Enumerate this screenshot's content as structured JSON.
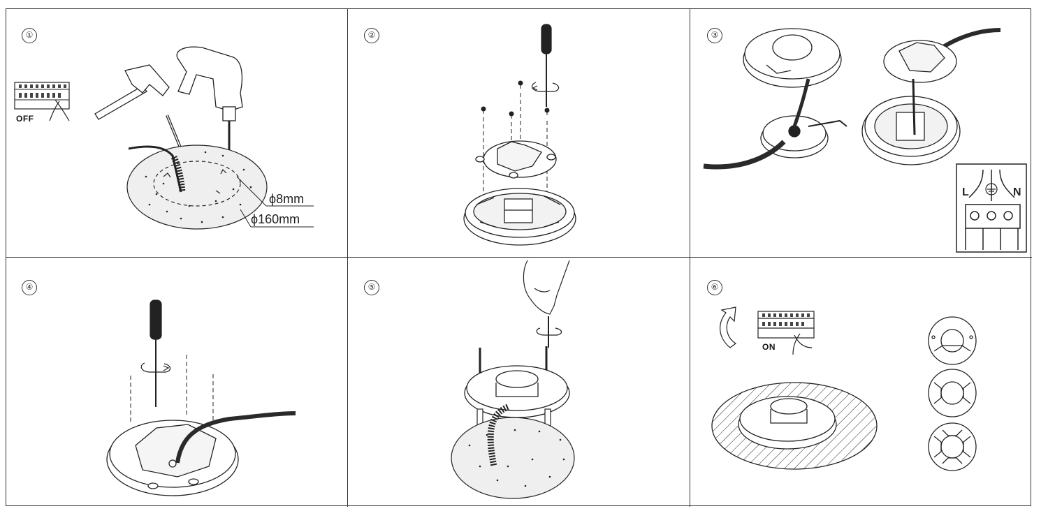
{
  "steps": [
    {
      "marker": "①",
      "switch_label": "OFF",
      "dims": [
        "ϕ8mm",
        "ϕ160mm"
      ]
    },
    {
      "marker": "②"
    },
    {
      "marker": "③",
      "terminals": {
        "l": "L",
        "n": "N"
      }
    },
    {
      "marker": "④"
    },
    {
      "marker": "⑤"
    },
    {
      "marker": "⑥",
      "switch_label": "ON"
    }
  ],
  "colors": {
    "line": "#222222",
    "cable": "#2a2a2a",
    "ground": "#e8e8e8"
  }
}
